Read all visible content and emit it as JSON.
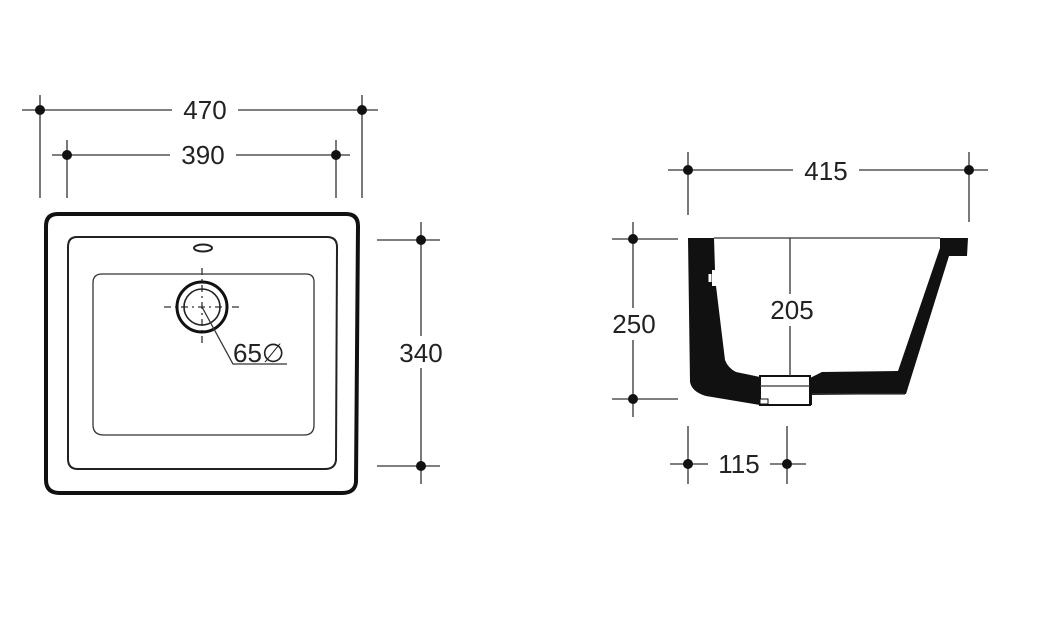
{
  "top_view": {
    "overall_width": "470",
    "inner_width": "390",
    "depth": "340",
    "waste_diameter": "65∅"
  },
  "side_view": {
    "width": "415",
    "height": "250",
    "bowl_depth": "205",
    "waste_offset": "115"
  },
  "colors": {
    "line": "#111111",
    "background": "#ffffff"
  }
}
